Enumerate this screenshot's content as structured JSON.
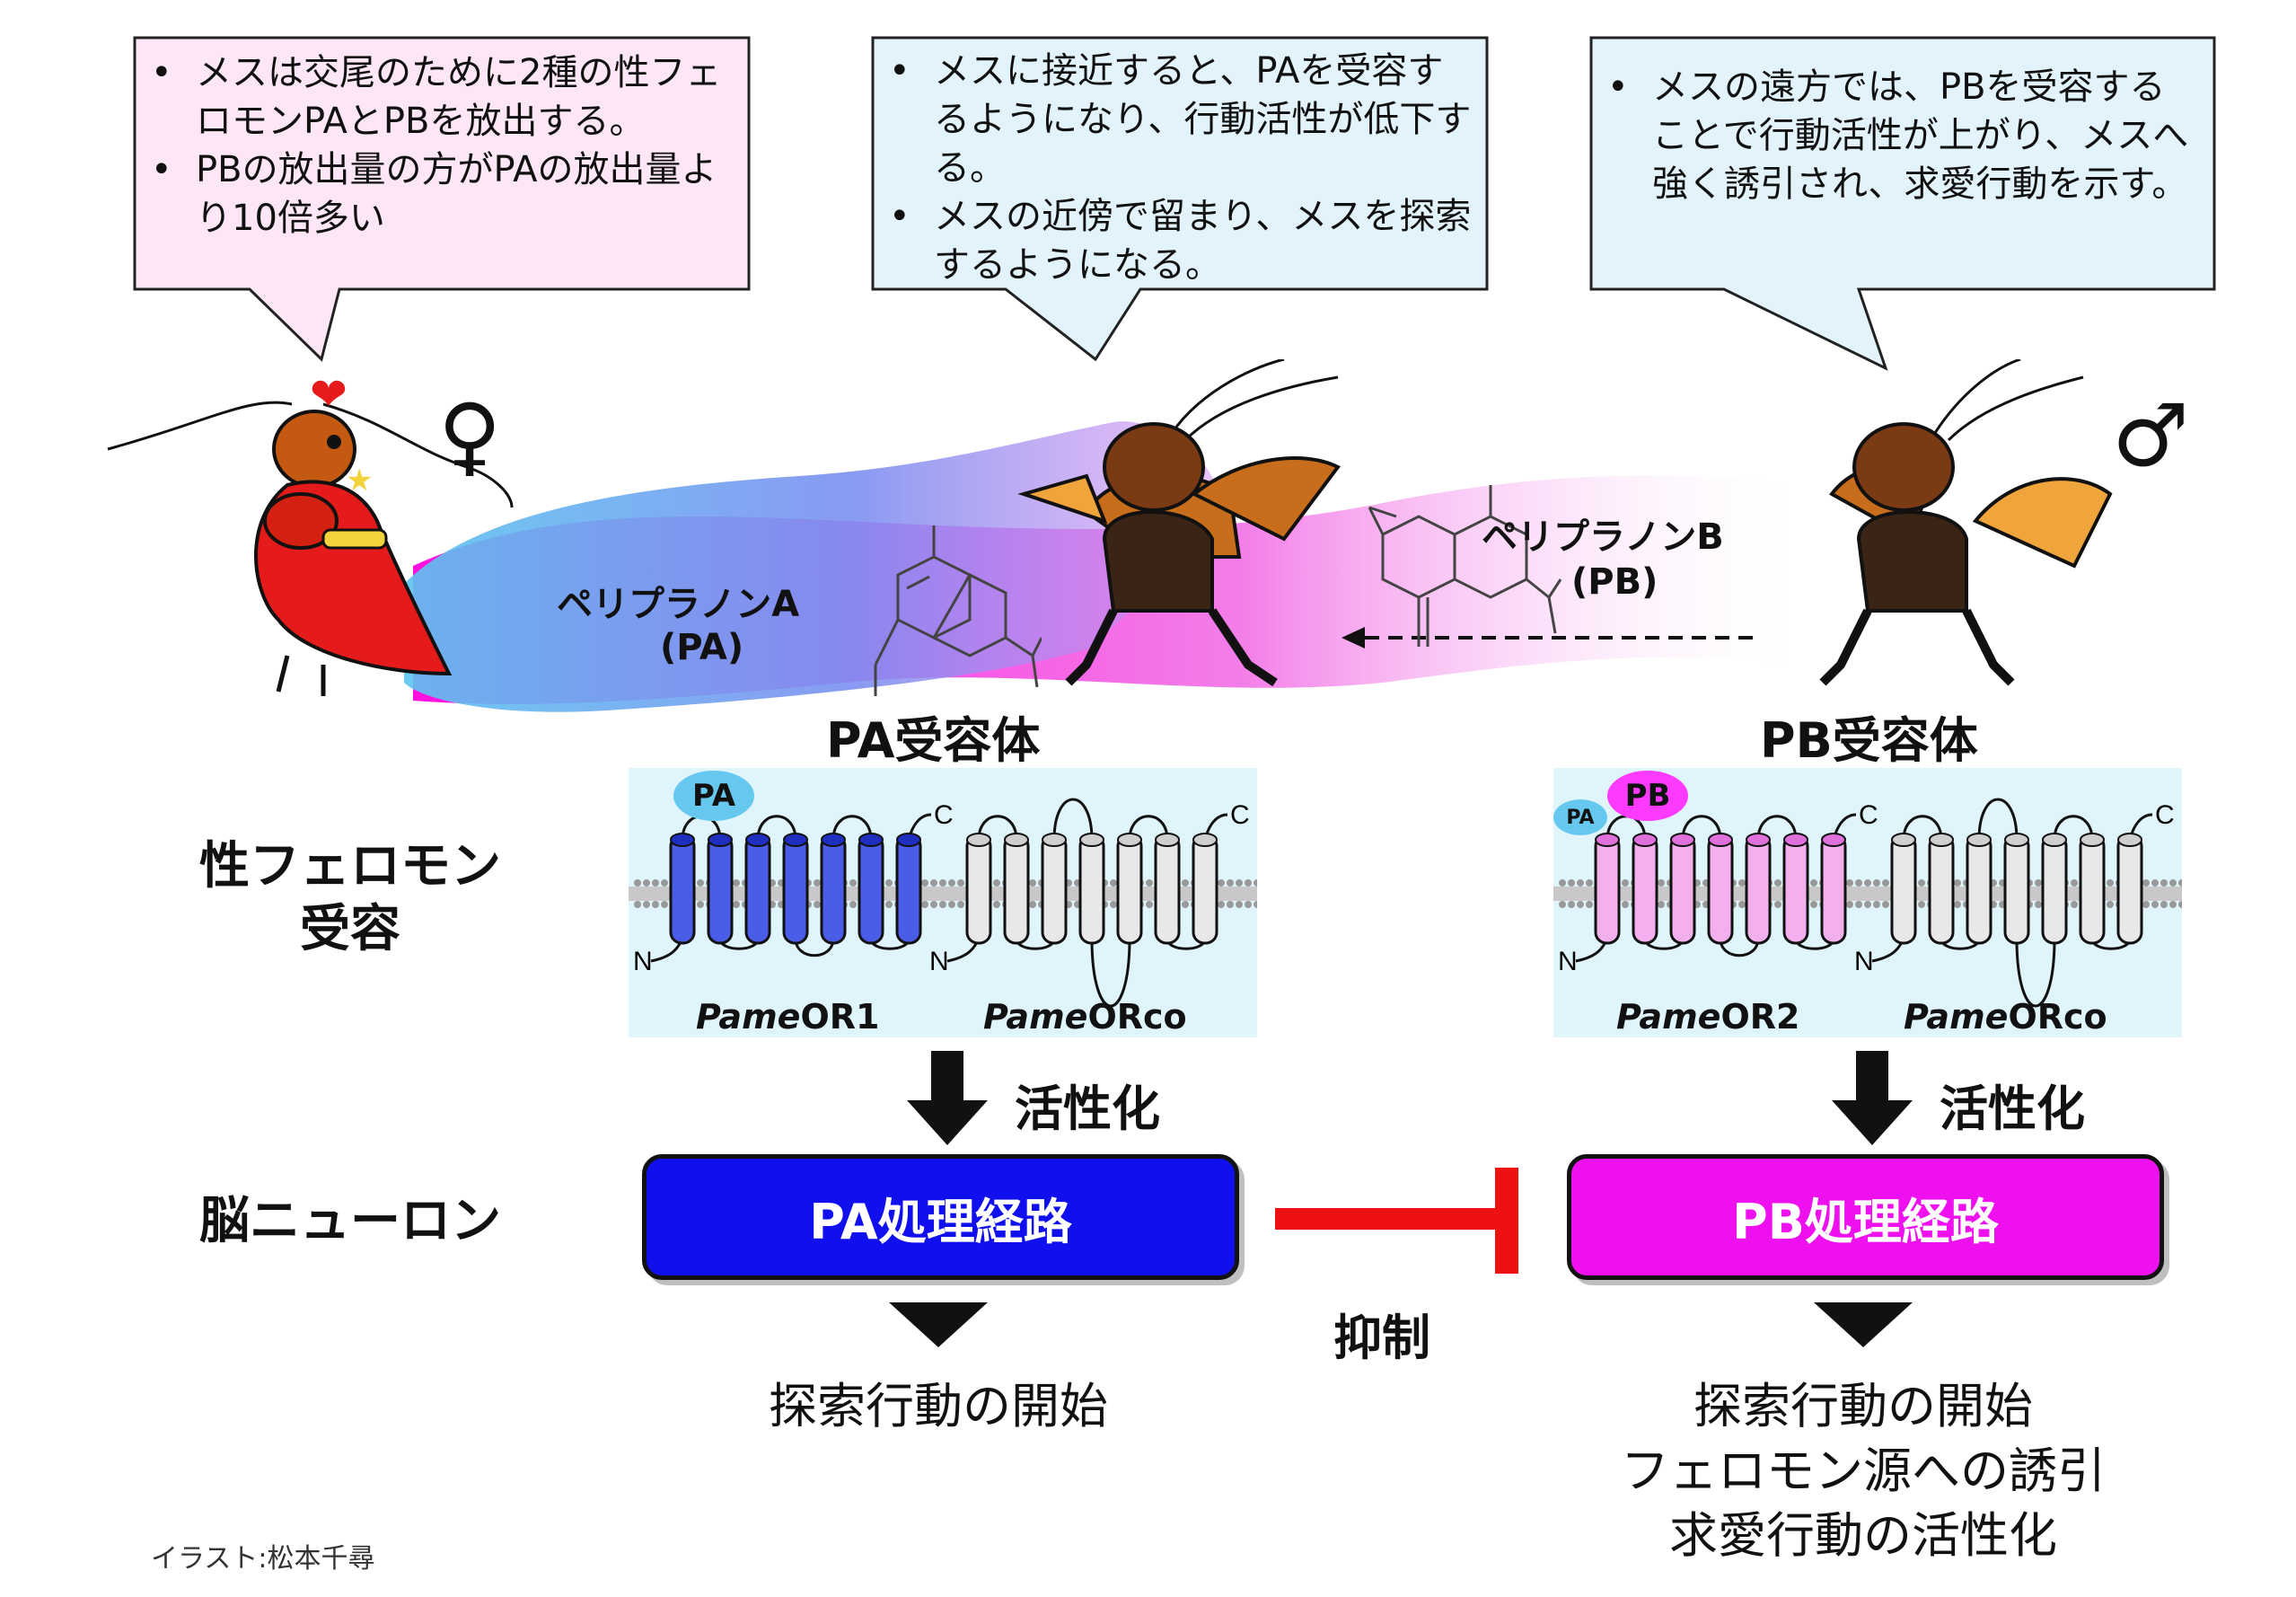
{
  "callouts": {
    "female": [
      "メスは交尾のために2種の性フェロモンPAとPBを放出する。",
      "PBの放出量の方がPAの放出量より10倍多い"
    ],
    "near": [
      "メスに接近すると、PAを受容するようになり、行動活性が低下する。",
      "メスの近傍で留まり、メスを探索するようになる。"
    ],
    "far": [
      "メスの遠方では、PBを受容することで行動活性が上がり、メスへ強く誘引され、求愛行動を示す。"
    ]
  },
  "symbols": {
    "female": "♀",
    "male": "♂",
    "heart": "❤",
    "star": "★"
  },
  "molecules": {
    "pa": {
      "name": "ペリプラノンA",
      "abbr": "(PA)"
    },
    "pb": {
      "name": "ペリプラノンB",
      "abbr": "(PB)"
    }
  },
  "receptors": {
    "pa_title": "PA受容体",
    "pb_title": "PB受容体",
    "pa_ligand": "PA",
    "pb_ligand": "PB",
    "pb_small_ligand": "PA",
    "or1_prefix": "Pame",
    "or1_suffix": "OR1",
    "or2_prefix": "Pame",
    "or2_suffix": "OR2",
    "orco_prefix": "Pame",
    "orco_suffix": "ORco",
    "n_term": "N",
    "c_term": "C"
  },
  "rows": {
    "reception": "性フェロモン\n受容",
    "neurons": "脳ニューロン"
  },
  "activation": "活性化",
  "pathways": {
    "pa": "PA処理経路",
    "pb": "PB処理経路",
    "inhibit": "抑制"
  },
  "outcomes": {
    "pa": [
      "探索行動の開始"
    ],
    "pb": [
      "探索行動の開始",
      "フェロモン源への誘引",
      "求愛行動の活性化"
    ]
  },
  "credit": "イラスト:松本千尋",
  "colors": {
    "pa": "#1010ee",
    "pb": "#ee10ee",
    "inhibit": "#ee1111",
    "pink_box": "#fde6f6",
    "blue_box": "#e2f3fb",
    "receptor_bg": "#dff5fb"
  }
}
